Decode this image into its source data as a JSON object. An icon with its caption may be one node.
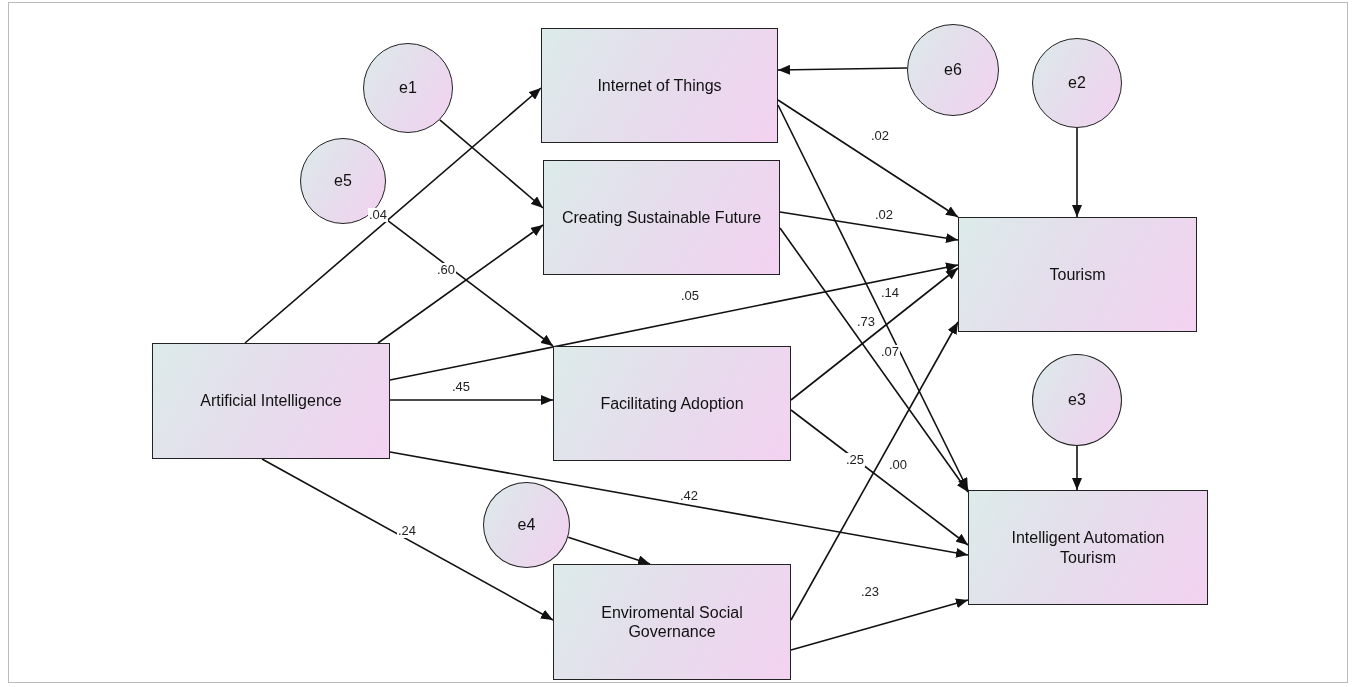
{
  "diagram": {
    "nodes": [
      {
        "text": [
          "Internet of Things"
        ]
      },
      {
        "text": [
          "e1"
        ]
      },
      {
        "text": [
          "e6"
        ]
      },
      {
        "text": [
          "Creating Sustainable Future"
        ]
      },
      {
        "text": [
          "e2"
        ]
      },
      {
        "text": [
          "e5"
        ]
      },
      {
        "text": [
          "Tourism"
        ]
      },
      {
        "text": [
          "Artificial Intelligence"
        ]
      },
      {
        "text": [
          "Facilitating Adoption"
        ]
      },
      {
        "text": [
          "e3"
        ]
      },
      {
        "text": [
          "Intelligent Automation Tourism"
        ]
      },
      {
        "text": [
          "e4"
        ]
      },
      {
        "text": [
          "Enviromental Social Governance"
        ]
      }
    ],
    "edges": [
      {
        "from": 7,
        "to": 0,
        "arrow": "to",
        "label": ".04"
      },
      {
        "from": 7,
        "to": 3,
        "arrow": "to",
        "label": ".60"
      },
      {
        "from": 7,
        "to": 6,
        "arrow": "to",
        "label": ".05"
      },
      {
        "from": 7,
        "to": 8,
        "arrow": "to",
        "label": ".45"
      },
      {
        "from": 7,
        "to": 10,
        "arrow": "to",
        "label": ".42"
      },
      {
        "from": 7,
        "to": 12,
        "arrow": "to",
        "label": ".24"
      },
      {
        "from": 1,
        "to": 3,
        "arrow": "to"
      },
      {
        "from": 2,
        "to": 0,
        "arrow": "to"
      },
      {
        "from": 4,
        "to": 6,
        "arrow": "to"
      },
      {
        "from": 9,
        "to": 10,
        "arrow": "to"
      },
      {
        "from": 11,
        "to": 12,
        "arrow": "to"
      },
      {
        "from": 5,
        "to": 8,
        "arrow": "to"
      },
      {
        "from": 0,
        "to": 6,
        "arrow": "to",
        "label": ".02"
      },
      {
        "from": 0,
        "to": 10,
        "arrow": "to",
        "label": ".07"
      },
      {
        "from": 3,
        "to": 6,
        "arrow": "to",
        "label": ".02"
      },
      {
        "from": 3,
        "to": 10,
        "arrow": "to",
        "label": ".73"
      },
      {
        "from": 8,
        "to": 6,
        "arrow": "to",
        "label": ".14"
      },
      {
        "from": 8,
        "to": 10,
        "arrow": "to",
        "label": ".25"
      },
      {
        "from": 12,
        "to": 6,
        "arrow": "to",
        "label": ".00"
      },
      {
        "from": 12,
        "to": 10,
        "arrow": "to",
        "label": ".23"
      }
    ]
  }
}
